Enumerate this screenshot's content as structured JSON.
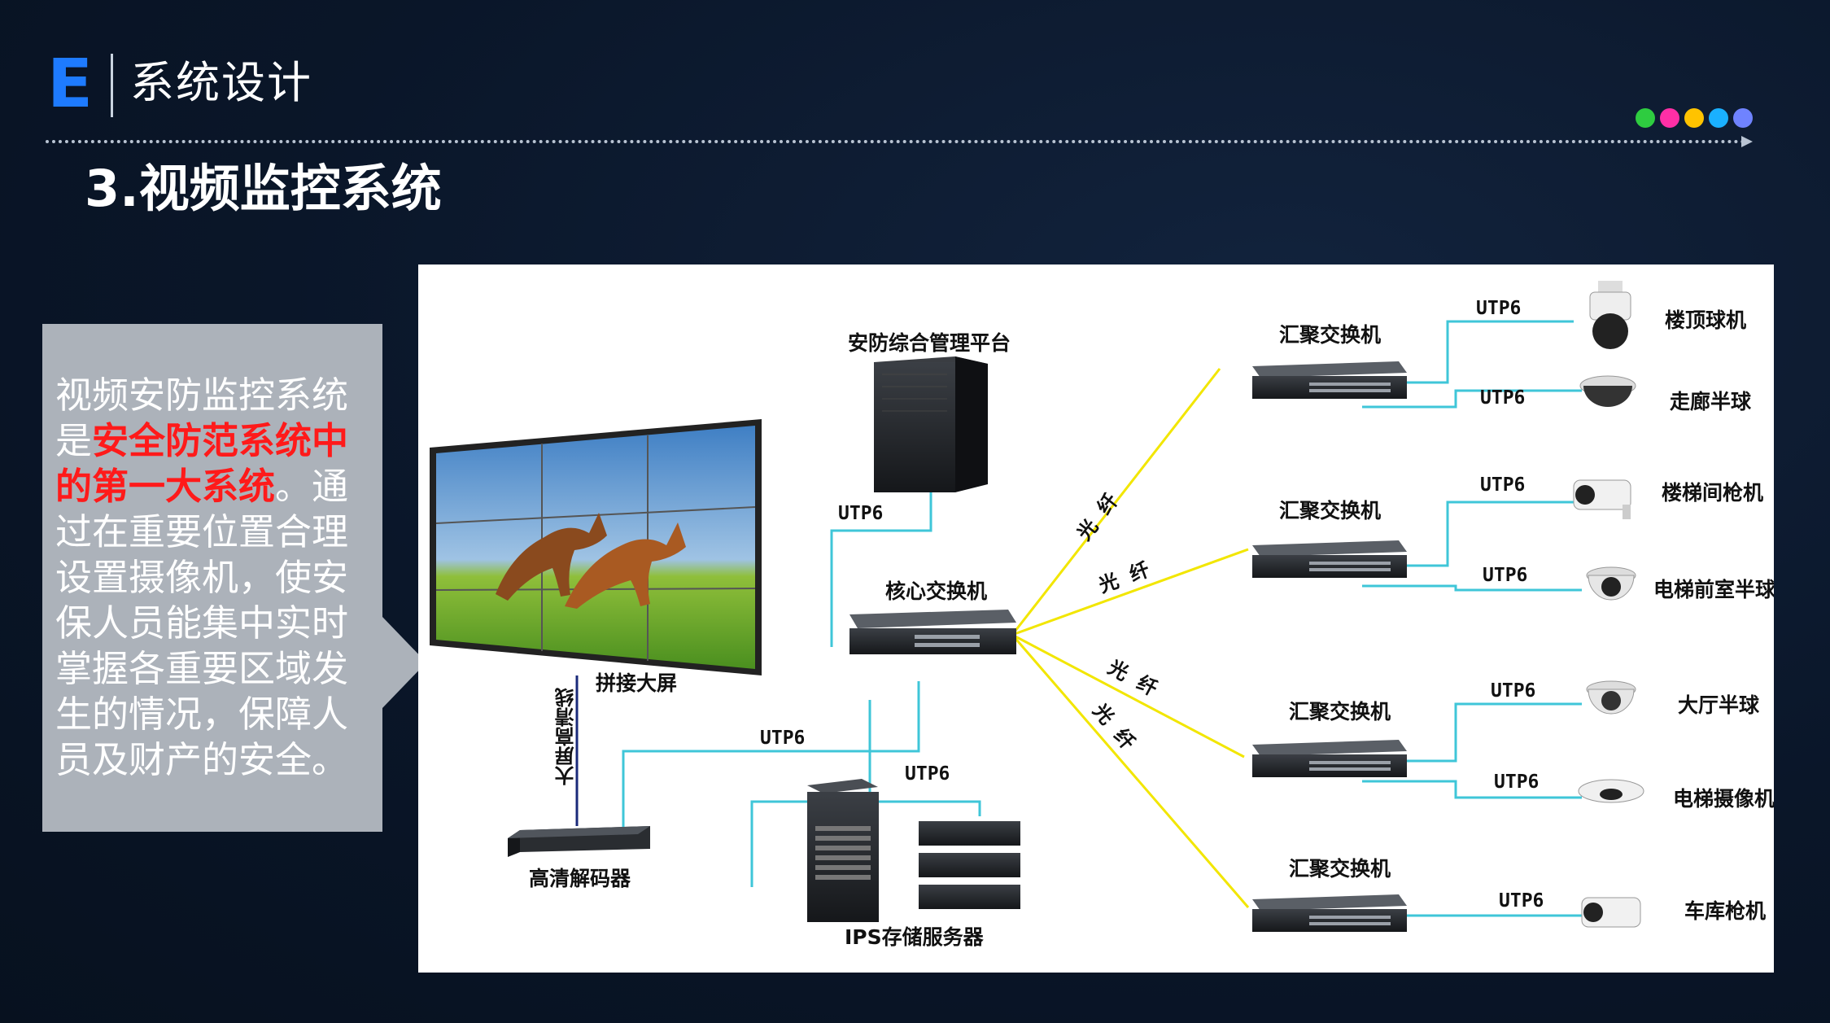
{
  "header": {
    "logo_letter": "E",
    "title": "系统设计",
    "brand_dot_colors": [
      "#2ecc40",
      "#ff2fa6",
      "#ffc300",
      "#1ab0ff",
      "#6f83ff"
    ]
  },
  "section_title": "3.视频监控系统",
  "panel": {
    "text_before": "视频安防监控系统是",
    "highlight": "安全防范系统中的第一大系统",
    "text_after": "。通过在重要位置合理设置摄像机，使安保人员能集中实时掌握各重要区域发生的情况，保障人员及财产的安全。",
    "highlight_color": "#ff1a1a"
  },
  "diagram": {
    "platform": "安防综合管理平台",
    "video_wall": "拼接大屏",
    "wall_link": "大屏高清线",
    "decoder": "高清解码器",
    "core_switch": "核心交换机",
    "storage": "IPS存储服务器",
    "fiber": "光纤",
    "utp": "UTP6",
    "aggregation_switch": "汇聚交换机",
    "cameras": [
      "楼顶球机",
      "走廊半球",
      "楼梯间枪机",
      "电梯前室半球",
      "大厅半球",
      "电梯摄像机",
      "车库枪机"
    ],
    "colors": {
      "utp": "#3fc6d8",
      "fiber": "#f2e600",
      "hdmi": "#1a2a7a"
    }
  }
}
